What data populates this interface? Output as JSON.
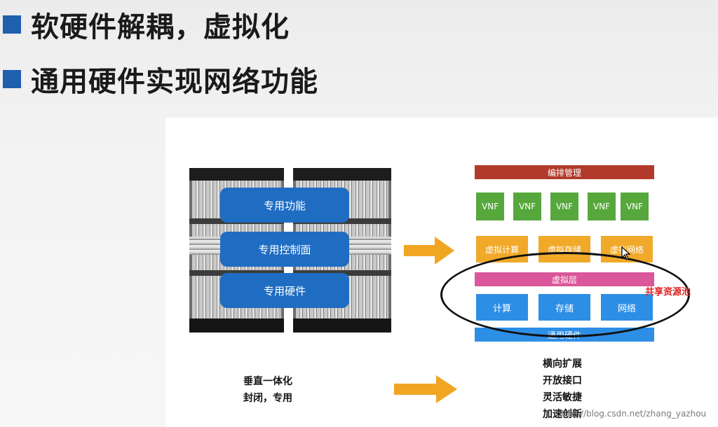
{
  "bullets": [
    {
      "text": "软硬件解耦，虚拟化"
    },
    {
      "text": "通用硬件实现网络功能"
    }
  ],
  "legacy": {
    "pills": [
      "专用功能",
      "专用控制面",
      "专用硬件"
    ],
    "notes": [
      "垂直一体化",
      "封闭，专用"
    ]
  },
  "nfv": {
    "orchestration": "编排管理",
    "vnfs": [
      "VNF",
      "VNF",
      "VNF",
      "VNF",
      "VNF"
    ],
    "virtual_resources": [
      "虚拟计算",
      "虚拟存储",
      "虚拟网络"
    ],
    "virtualization_layer": "虚拟层",
    "hardware_resources": [
      "计算",
      "存储",
      "网络"
    ],
    "general_hardware": "通用硬件",
    "pool_label": "共享资源池",
    "notes": [
      "横向扩展",
      "开放接口",
      "灵活敏捷",
      "加速创新"
    ]
  },
  "watermark": "https://blog.csdn.net/zhang_yazhou",
  "colors": {
    "bullet": "#1e5fae",
    "pill_blue": "#1f6dc2",
    "orchestration_red": "#b23a2a",
    "vnf_green": "#56a83c",
    "virtual_orange": "#f1a92a",
    "virt_layer_pink": "#d9579a",
    "hw_blue": "#2d8ee6",
    "arrow_orange": "#f0a623",
    "pool_label_red": "#e02020"
  }
}
